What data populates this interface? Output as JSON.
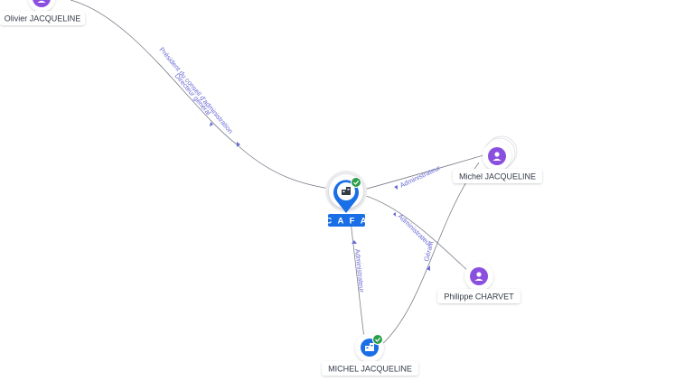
{
  "colors": {
    "person": "#8b4fe0",
    "company": "#1a6fe6",
    "check": "#2e9e4a",
    "edge": "#7c7f8a",
    "edge_label": "#6b6bd6"
  },
  "nodes": {
    "cafa": {
      "label": "C A F A",
      "icon": "building-icon",
      "verified": true
    },
    "olivier": {
      "label": "Olivier JACQUELINE",
      "icon": "person-icon"
    },
    "michel_p": {
      "label": "Michel JACQUELINE",
      "icon": "person-icon"
    },
    "philippe": {
      "label": "Philippe CHARVET",
      "icon": "person-icon"
    },
    "michel_co": {
      "label": "MICHEL JACQUELINE",
      "icon": "building-icon",
      "verified": true
    }
  },
  "edges": {
    "olivier_cafa": {
      "label1": "Président du conseil d'administration",
      "label2": "Directeur général"
    },
    "michel_cafa": {
      "label": "Administrateur"
    },
    "philippe_cafa": {
      "label": "Administrateur"
    },
    "michelco_cafa": {
      "label": "Administrateur"
    },
    "michelco_michel": {
      "label": "Gérant"
    }
  }
}
